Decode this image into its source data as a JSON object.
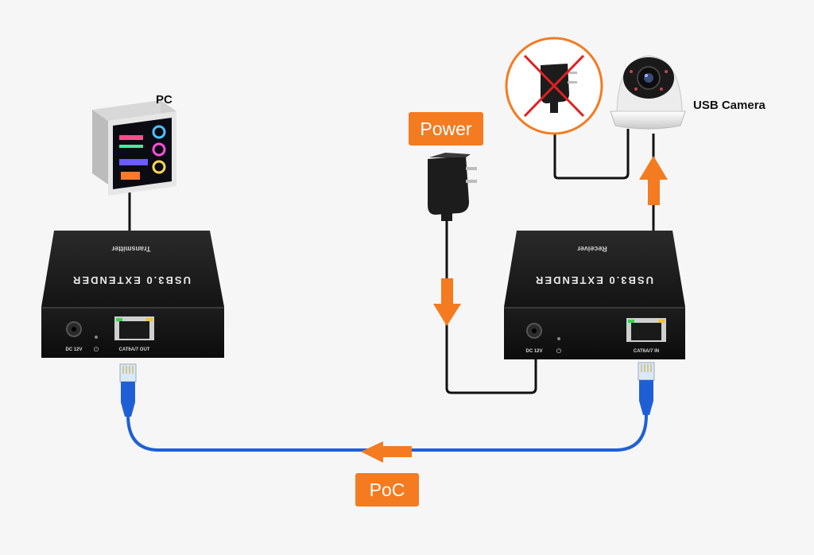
{
  "labels": {
    "pc": "PC",
    "usb_camera": "USB Camera",
    "power": "Power",
    "poc": "PoC"
  },
  "transmitter": {
    "top_line1": "Transmitter",
    "top_line2": "USB3.0 EXTENDER",
    "port_dc": "DC 12V",
    "port_cat": "CAT6A/7 OUT"
  },
  "receiver": {
    "top_line1": "Receiver",
    "top_line2": "USB3.0 EXTENDER",
    "port_dc": "DC 12V",
    "port_cat": "CAT6A/7 IN"
  },
  "colors": {
    "accent": "#f47b20",
    "cable_blue": "#1f5fd6",
    "device_body": "#1b1b1b",
    "crossed_out": "#e02020"
  },
  "icons": [
    "pc-tower-icon",
    "power-adapter-icon",
    "dome-camera-icon",
    "no-adapter-icon",
    "rj45-plug-icon",
    "flow-arrow-icon"
  ]
}
